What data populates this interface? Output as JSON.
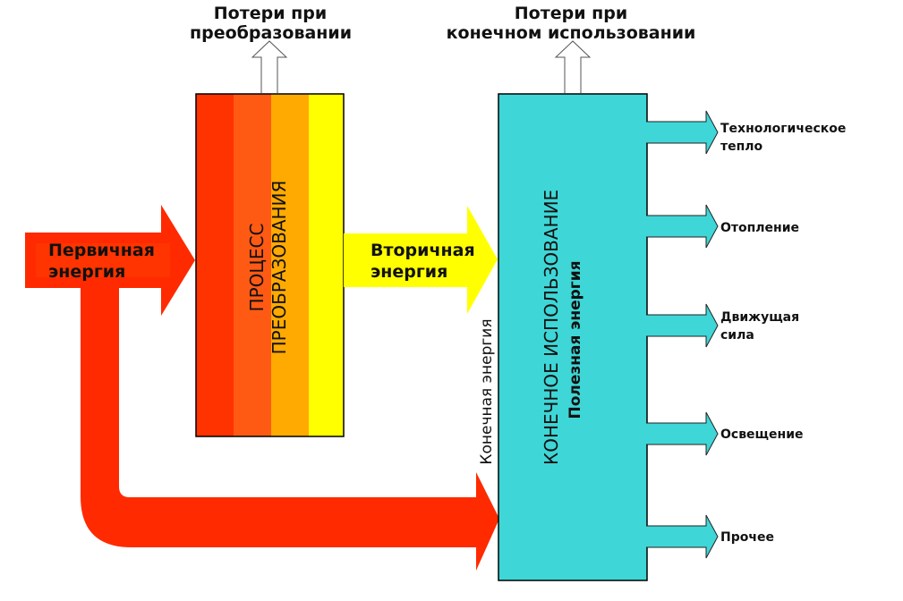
{
  "colors": {
    "primary_red": "#ff2a00",
    "red_dark": "#ff3d00",
    "orange_red": "#ff5a14",
    "orange": "#ffaa00",
    "yellow": "#ffff00",
    "cyan": "#3ed6d6",
    "white": "#ffffff"
  },
  "headers": {
    "conversion_losses": [
      "Потери при",
      "преобразовании"
    ],
    "end_use_losses": [
      "Потери при",
      "конечном использовании"
    ]
  },
  "labels": {
    "primary_energy": [
      "Первичная",
      "энергия"
    ],
    "secondary_energy": [
      "Вторичная",
      "энергия"
    ],
    "final_energy": "Конечная энергия",
    "conversion_process": [
      "ПРОЦЕСС",
      "ПРЕОБРАЗОВАНИЯ"
    ],
    "end_use": "КОНЕЧНОЕ ИСПОЛЬЗОВАНИЕ",
    "useful_energy": "Полезная энергия"
  },
  "outputs": [
    {
      "id": "process-heat",
      "lines": [
        "Технологическое",
        "тепло"
      ]
    },
    {
      "id": "heating",
      "lines": [
        "Отопление"
      ]
    },
    {
      "id": "motive-power",
      "lines": [
        "Движущая",
        "сила"
      ]
    },
    {
      "id": "lighting",
      "lines": [
        "Освещение"
      ]
    },
    {
      "id": "other",
      "lines": [
        "Прочее"
      ]
    }
  ]
}
